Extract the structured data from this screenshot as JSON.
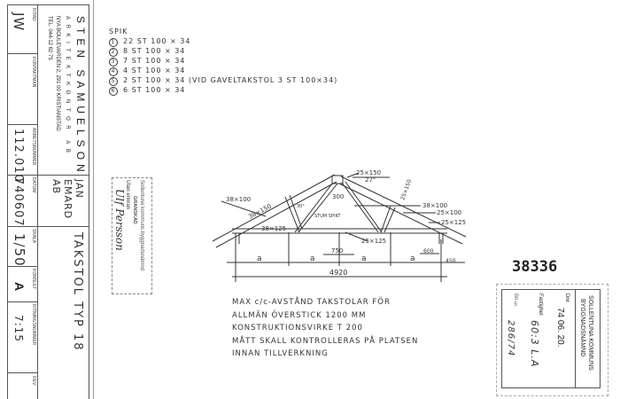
{
  "title_block": {
    "company": "STEN SAMUELSON",
    "company_sub": "ARKITEKTKONTOR AB",
    "address": "NYA BOULEVARDEN 2, 291 00 KRISTIANSTAD",
    "phone": "TEL. 044-12 62 75",
    "client": "JAN EMARD AB",
    "drawing_title": "TAKSTOL TYP 18",
    "fields": [
      {
        "label": "RITAD",
        "value": "JW"
      },
      {
        "label": "KONTAKTMAN",
        "value": ""
      },
      {
        "label": "ARBETSNUMMER",
        "value": "112.010"
      },
      {
        "label": "DATUM",
        "value": "740607"
      },
      {
        "label": "SKALA",
        "value": "1/50"
      },
      {
        "label": "KONSULT",
        "value": "A"
      },
      {
        "label": "RITNINGSNUMMER",
        "value": "7:15"
      },
      {
        "label": "REV.",
        "value": ""
      }
    ]
  },
  "review_stamp": {
    "line1": "Sollentuna kommuns byggnadsnämnd",
    "line2": "GRANSKAD",
    "line3": "Utan erinran",
    "signature": "Ulf Persson"
  },
  "spik": {
    "heading": "SPIK",
    "items": [
      {
        "num": "1",
        "text": "22 ST 100 × 34"
      },
      {
        "num": "2",
        "text": "8 ST 100 × 34"
      },
      {
        "num": "3",
        "text": "7 ST 100 × 34"
      },
      {
        "num": "4",
        "text": "4 ST 100 × 34"
      },
      {
        "num": "5",
        "text": "2 ST 100 × 34 (VID GAVELTAKSTOL 3 ST 100×34)"
      },
      {
        "num": "6",
        "text": "6 ST 100 × 34"
      }
    ]
  },
  "truss": {
    "labels": {
      "ridge": "25×150",
      "angle": "27°",
      "left_web": "38×100",
      "rafter": "38×150",
      "bottom": "38×125",
      "center": "300",
      "stum": "STUM SPIKT",
      "angle2": "30°",
      "right_web": "38×100",
      "right_web2": "25×100",
      "right_end": "25×125",
      "tie": "25×125",
      "web_750": "750",
      "overhang_600": "600",
      "overhang_450": "450",
      "span": "4920",
      "a": "a",
      "diag": "25×150"
    }
  },
  "notes": [
    "MAX c/c-AVSTÅND TAKSTOLAR FÖR",
    "ALLMÄN ÖVERSTICK 1200 MM",
    "KONSTRUKTIONSVIRKE T 200",
    "MÅTT SKALL KONTROLLERAS PÅ PLATSEN",
    "INNAN TILLVERKNING"
  ],
  "archive_number": "38336",
  "approval_stamp": {
    "authority": "SOLLENTUNA KOMMUNS",
    "board": "BYGGNADSNÄMND",
    "dnr_label": "Dnr",
    "date": "74 06. 20.",
    "property_label": "Fastighet",
    "property": "60:3 L.A",
    "bn_label": "Bn §",
    "bn": "286/74"
  }
}
